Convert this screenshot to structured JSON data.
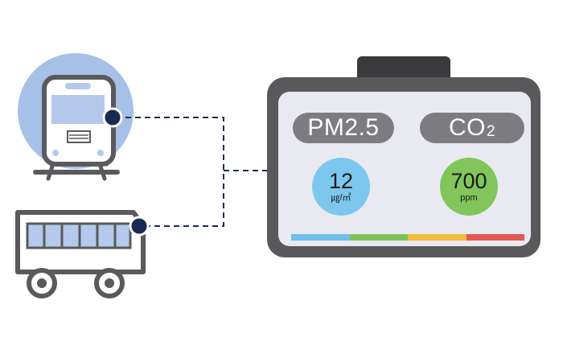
{
  "monitor": {
    "pm": {
      "label": "PM2.5",
      "value": "12",
      "unit": "㎍/㎥",
      "color": "#7cc7ee"
    },
    "co2": {
      "label_main": "CO",
      "label_sub": "2",
      "value": "700",
      "unit": "ppm",
      "color": "#81c55b"
    },
    "scale_colors": [
      "#6cc0ea",
      "#7ec257",
      "#f2bd3c",
      "#e35a55"
    ]
  },
  "icons": {
    "train": "train-icon",
    "bus": "bus-icon",
    "sensor_nodes": "sensor-node-icon"
  },
  "colors": {
    "connector": "#1a2a55",
    "train_bg": "#a7c0e7",
    "window_fill": "#b4c9ec",
    "outline": "#5a5a5c"
  }
}
